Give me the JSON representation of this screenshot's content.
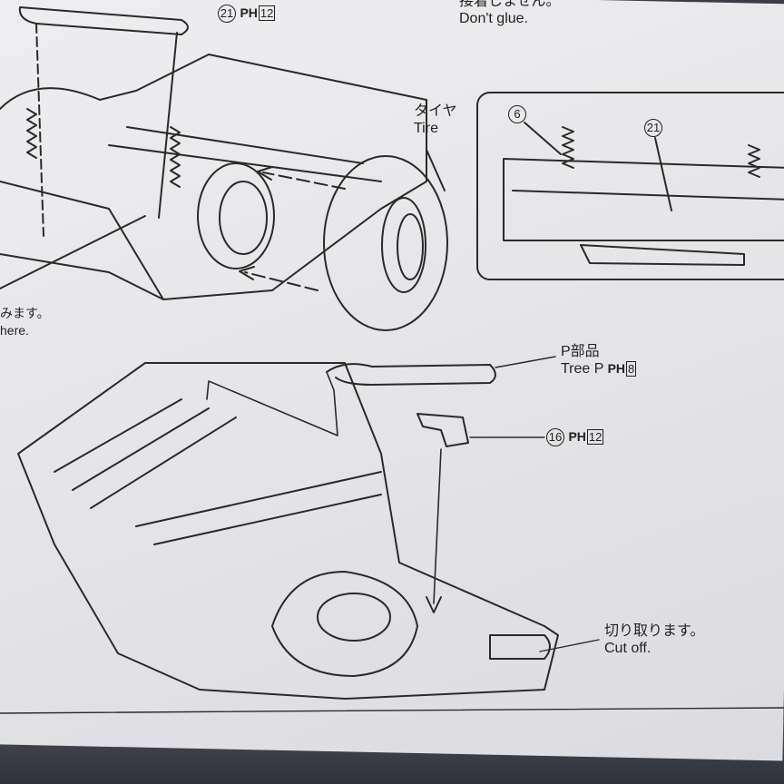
{
  "top_note": {
    "jp": "接着しません。",
    "en": "Don't glue."
  },
  "left_note": {
    "jp": "みます。",
    "en": "here."
  },
  "tire": {
    "jp": "タイヤ",
    "en": "Tire"
  },
  "part21": {
    "number": "21",
    "ph_mark": "PH",
    "ph_num": "12"
  },
  "inset": {
    "part6": "6",
    "part21": "21"
  },
  "tree_p": {
    "jp": "P部品",
    "en": "Tree P",
    "ph_mark": "PH",
    "ph_num": "8"
  },
  "part16": {
    "number": "16",
    "ph_mark": "PH",
    "ph_num": "12"
  },
  "cut": {
    "jp": "切り取ります。",
    "en": "Cut off."
  },
  "colors": {
    "paper": "#e8e8ea",
    "ink": "#222222",
    "floor": "#3a3d44"
  }
}
